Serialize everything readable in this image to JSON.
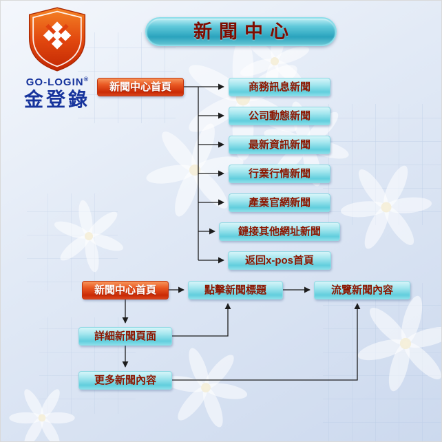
{
  "logo": {
    "brand": "GO-LOGIN",
    "registered": "®",
    "brand_cn": "金登錄"
  },
  "header": {
    "title": "新聞中心"
  },
  "sitemap": {
    "root_label": "新聞中心首頁",
    "items": [
      {
        "label": "商務訊息新聞"
      },
      {
        "label": "公司動態新聞"
      },
      {
        "label": "最新資訊新聞"
      },
      {
        "label": "行業行情新聞"
      },
      {
        "label": "產業官網新聞"
      },
      {
        "label": "鏈接其他網址新聞"
      },
      {
        "label": "返回x-pos首頁"
      }
    ]
  },
  "flow": {
    "root_label": "新聞中心首頁",
    "click_title": "點擊新聞標題",
    "browse_content": "流覽新聞內容",
    "detail_page": "詳細新聞頁面",
    "more_content": "更多新聞內容"
  },
  "colors": {
    "accent_red": "#ca2a05",
    "button_cyan": "#7fd6e2",
    "text_maroon": "#8c1600",
    "brand_blue": "#16339c",
    "background_blue": "#d4e0f1"
  }
}
